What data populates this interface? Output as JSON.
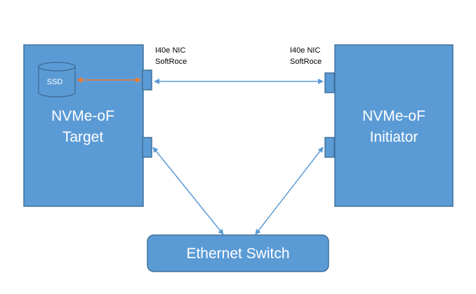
{
  "target": {
    "line1": "NVMe-oF",
    "line2": "Target",
    "nic_line1": "I40e NIC",
    "nic_line2": "SoftRoce",
    "ssd_label": "SSD"
  },
  "initiator": {
    "line1": "NVMe-oF",
    "line2": "Initiator",
    "nic_line1": "I40e NIC",
    "nic_line2": "SoftRoce"
  },
  "switch": {
    "label": "Ethernet Switch"
  },
  "colors": {
    "box_fill": "#5b9bd5",
    "box_stroke": "#41719c",
    "link": "#5b9bd5",
    "storage_link": "#ed7d31"
  }
}
